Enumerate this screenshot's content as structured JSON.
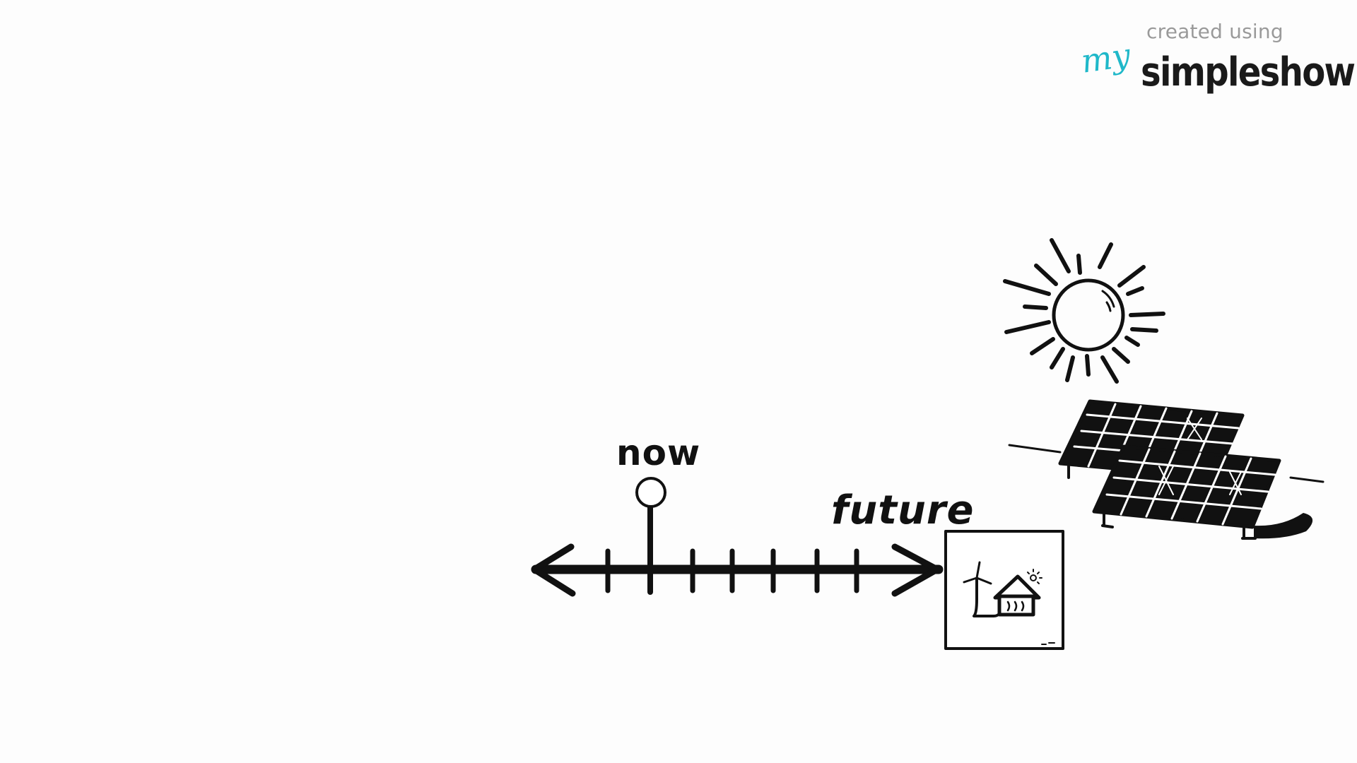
{
  "watermark": {
    "created_using": "created using",
    "my": "my",
    "brand": "simpleshow"
  },
  "timeline": {
    "now_label": "now",
    "future_label": "future"
  },
  "icons": {
    "sun": "sun-icon",
    "solar_panels": "solar-panels-icon",
    "renewable_home": "wind-turbine-house-icon"
  },
  "colors": {
    "ink": "#111111",
    "brand_accent": "#1fb8c9",
    "watermark_gray": "#9a9a9a",
    "background": "#fdfdfd"
  }
}
